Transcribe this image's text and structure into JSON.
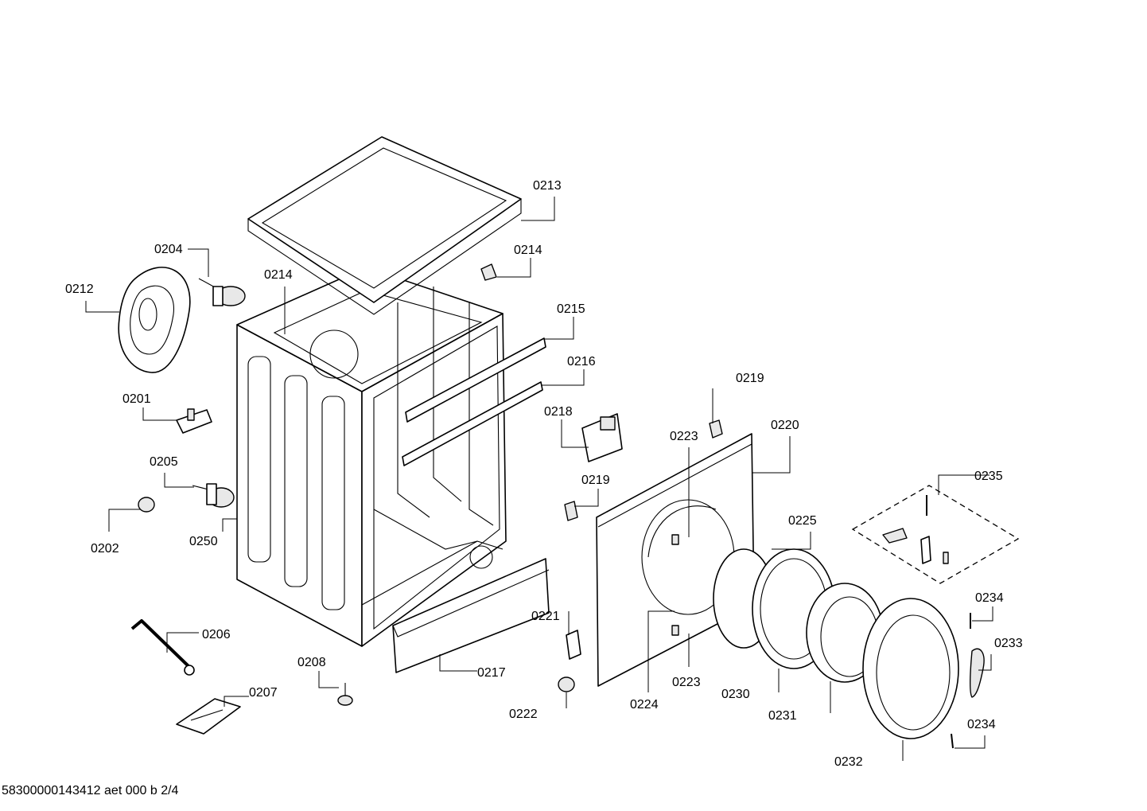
{
  "footer": {
    "document_id": "58300000143412 aet 000 b 2/4"
  },
  "callouts": {
    "c0201": "0201",
    "c0202": "0202",
    "c0204": "0204",
    "c0205": "0205",
    "c0206": "0206",
    "c0207": "0207",
    "c0208": "0208",
    "c0212": "0212",
    "c0213": "0213",
    "c0214a": "0214",
    "c0214b": "0214",
    "c0215": "0215",
    "c0216": "0216",
    "c0217": "0217",
    "c0218": "0218",
    "c0219a": "0219",
    "c0219b": "0219",
    "c0220": "0220",
    "c0221": "0221",
    "c0222": "0222",
    "c0223a": "0223",
    "c0223b": "0223",
    "c0224": "0224",
    "c0225": "0225",
    "c0230": "0230",
    "c0231": "0231",
    "c0232": "0232",
    "c0233": "0233",
    "c0234a": "0234",
    "c0234b": "0234",
    "c0235": "0235",
    "c0250": "0250"
  }
}
